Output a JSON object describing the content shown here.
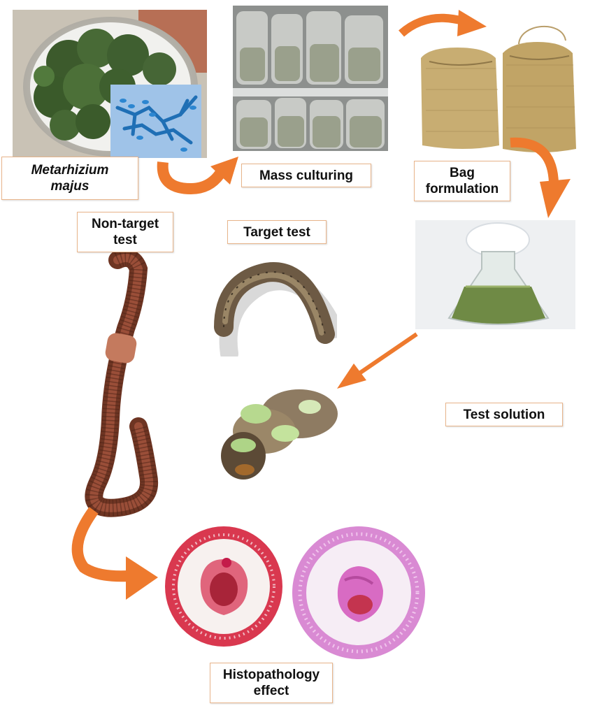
{
  "labels": {
    "organism": "Metarhizium\nmajus",
    "mass_culturing": "Mass culturing",
    "bag_formulation": "Bag\nformulation",
    "non_target_test": "Non-target\ntest",
    "target_test": "Target test",
    "test_solution": "Test solution",
    "histopathology": "Histopathology\neffect"
  },
  "colors": {
    "arrow": "#ee7a2e",
    "label_border": "#e8b48a"
  }
}
